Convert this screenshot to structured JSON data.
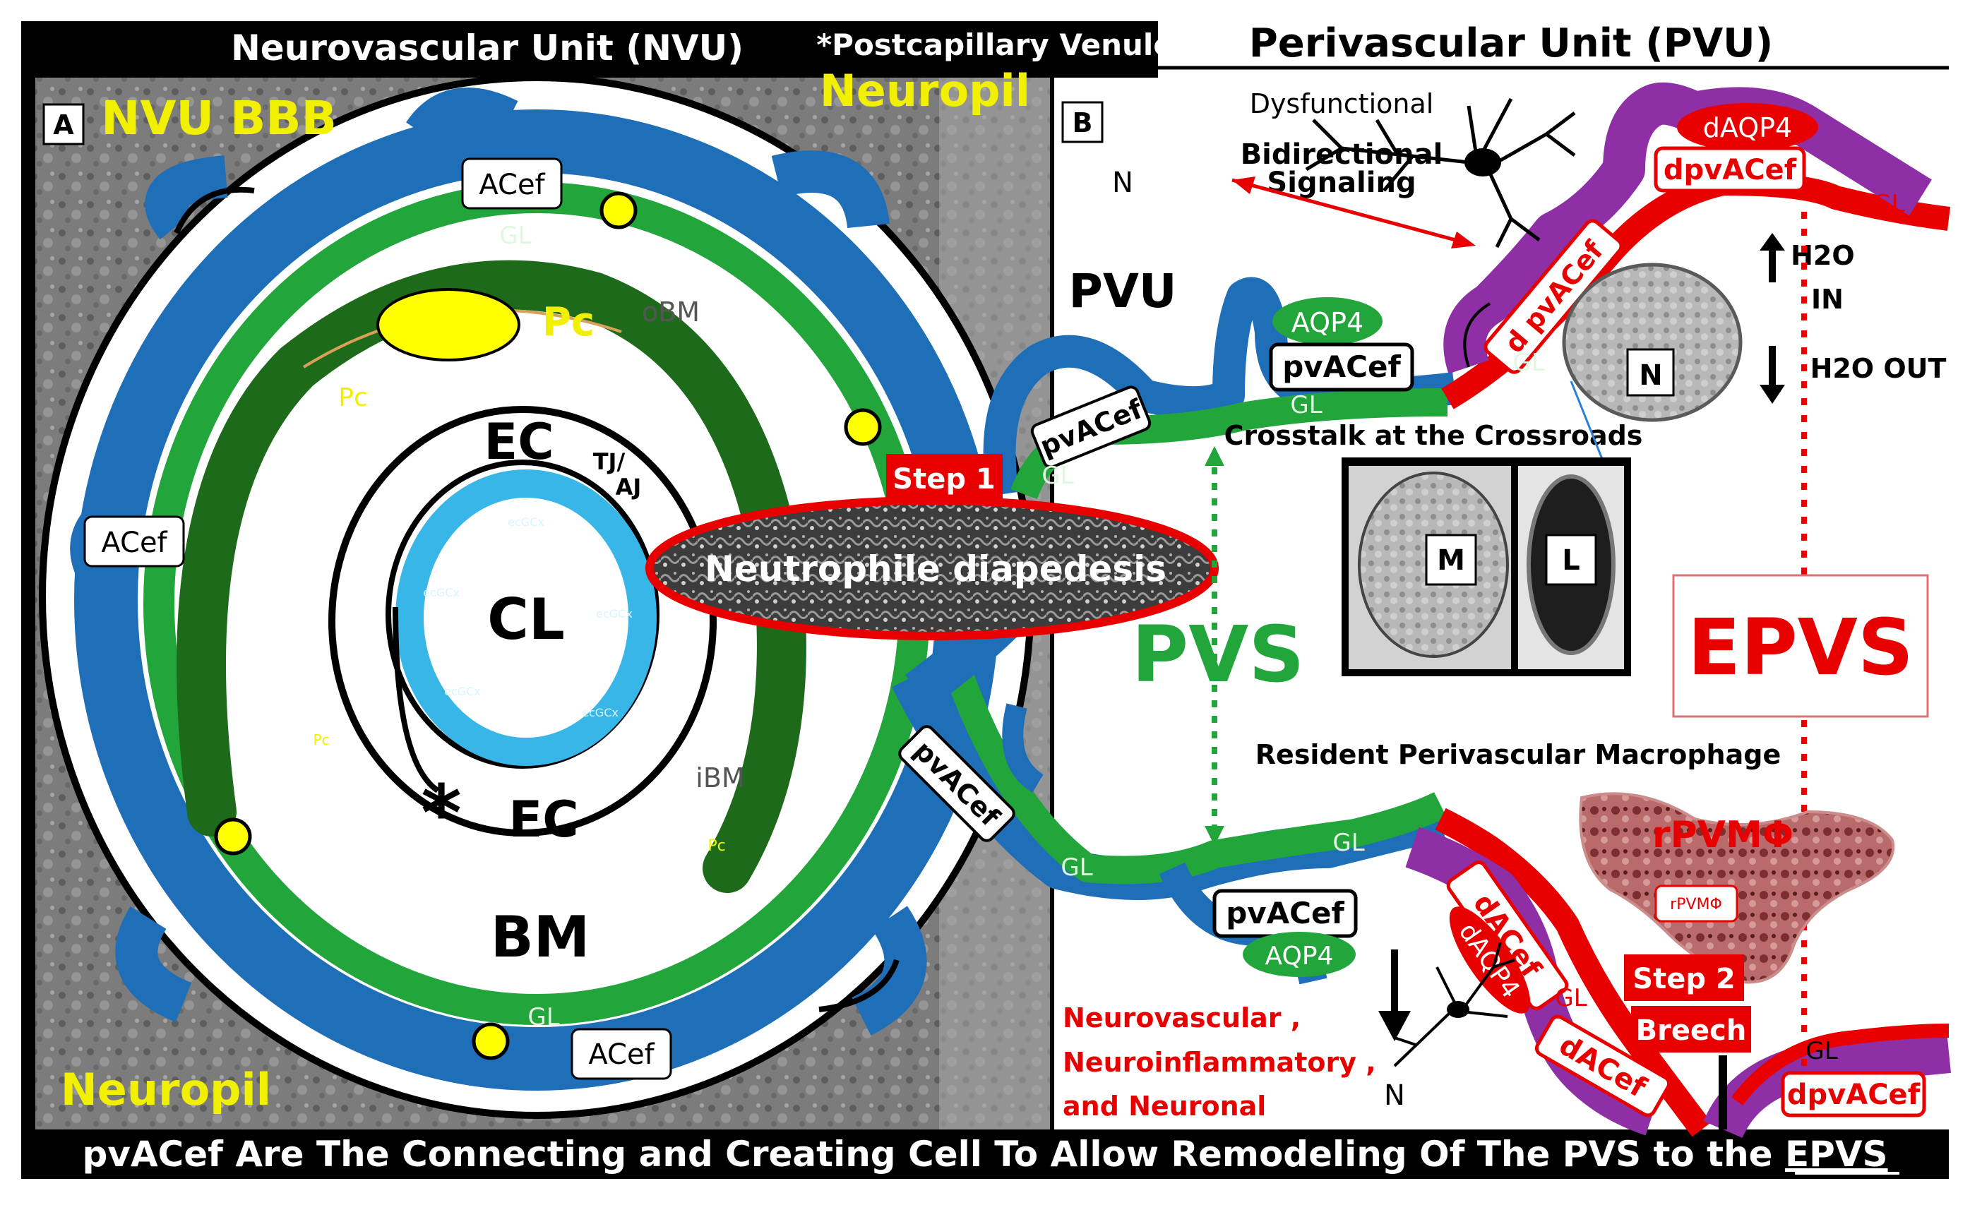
{
  "header": {
    "nvu_title": "Neurovascular Unit (NVU)",
    "center_title": "*Postcapillary Venule*",
    "pvu_title": "Perivascular Unit (PVU)"
  },
  "footer": {
    "caption_lead": "pvACef Are The Connecting and Creating Cell To Allow Remodeling Of  The PVS to the",
    "caption_end": "EPVS"
  },
  "panel_a": {
    "panel_letter": "A",
    "title": "NVU BBB",
    "neuropil_top": "Neuropil",
    "neuropil_bottom": "Neuropil",
    "acef_top": "ACef",
    "acef_left": "ACef",
    "acef_bottom": "ACef",
    "gl_top": "GL",
    "gl_bottom": "GL",
    "pc_large": "Pc",
    "pc_left": "Pc",
    "pc_small_left": "Pc",
    "pc_small_right": "Pc",
    "obm": "oBM",
    "ibm": "iBM",
    "ec_top": "EC",
    "ec_bottom": "EC",
    "tj_aj": "TJ/\nAJ",
    "cl": "CL",
    "bm": "BM",
    "ecgcx": "ecGCx",
    "asterisk": "*"
  },
  "center": {
    "step1": "Step 1",
    "neutrophile": "Neutrophile diapedesis",
    "pvacef_upper": "pvACef",
    "pvacef_lower": "pvACef",
    "gl_mid": "GL",
    "gl_lower": "GL"
  },
  "panel_b": {
    "panel_letter": "B",
    "dysfunctional": "Dysfunctional",
    "bidirectional": "Bidirectional",
    "signaling": "Signaling",
    "n_top": "N",
    "pvu": "PVU",
    "aqp4_top": "AQP4",
    "pvacef_top": "pvACef",
    "gl_upper": "GL",
    "daqp4_top": "dAQP4",
    "dpvacef_top": "dpvACef",
    "gl_top_right": "GL",
    "d_pvacef": "d pvACef",
    "gl_dpv": "GL",
    "n_cell": "N",
    "h2o_in": "H2O\nIN",
    "h2o_out": "H2O OUT",
    "crosstalk": "Crosstalk at the Crossroads",
    "m_label": "M",
    "l_label": "L",
    "pvs": "PVS",
    "epvs": "EPVS",
    "resident_macrophage": "Resident Perivascular Macrophage",
    "rpvmphi": "rPVMΦ",
    "rpvmphi_small": "rPVMΦ",
    "gl_lower": "GL",
    "pvacef_bottom": "pvACef",
    "aqp4_bottom": "AQP4",
    "dacef_top": "dACef",
    "daqp4_bottom": "dAQP4",
    "gl_lower2": "GL",
    "dacef_bottom": "dACef",
    "step2": "Step 2",
    "breech": "Breech",
    "gl_bottom_right": "GL",
    "dpvacef_bottom": "dpvACef",
    "neuro_line1": "Neurovascular ,",
    "neuro_line2": "Neuroinflammatory ,",
    "neuro_line3": "and Neuronal",
    "n_bottom": "N"
  },
  "colors": {
    "frame_black": "#000000",
    "astro_blue": "#1f6fb8",
    "glia_green": "#22a53b",
    "pericyte_dark_green": "#1d6b1a",
    "endothelial_light_blue": "#39b6e8",
    "pericyte_nucleus_yellow": "#ffff00",
    "label_yellow": "#f0f000",
    "damage_red": "#e80000",
    "damaged_purple": "#8e2fa6"
  },
  "icons": [
    "neuron-icon",
    "neuron-icon-small",
    "arrow-up-icon",
    "arrow-down-icon"
  ]
}
